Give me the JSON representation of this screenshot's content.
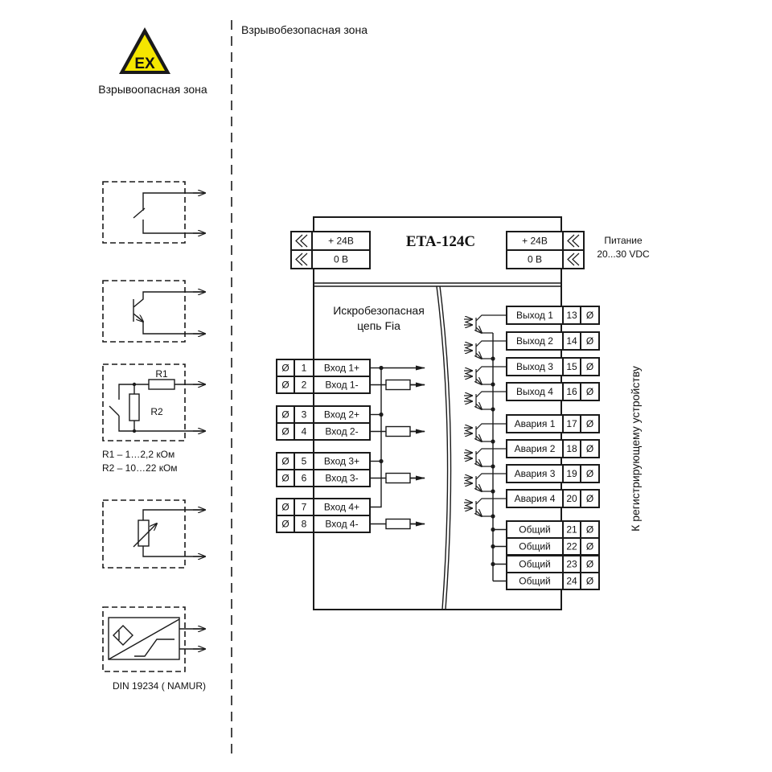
{
  "zones": {
    "hazardous": "Взрывоопасная зона",
    "safe": "Взрывобезопасная зона",
    "ex_sign": "EX"
  },
  "device": {
    "title": "ETA-124C",
    "intrinsic_label_1": "Искробезопасная",
    "intrinsic_label_2": "цепь Fia",
    "power_left": [
      "+ 24В",
      "0 В"
    ],
    "power_right": [
      "+ 24В",
      "0 В"
    ],
    "power_caption_1": "Питание",
    "power_caption_2": "20...30 VDC",
    "inputs": [
      {
        "num": "1",
        "label": "Вход 1+"
      },
      {
        "num": "2",
        "label": "Вход 1-"
      },
      {
        "num": "3",
        "label": "Вход 2+"
      },
      {
        "num": "4",
        "label": "Вход 2-"
      },
      {
        "num": "5",
        "label": "Вход 3+"
      },
      {
        "num": "6",
        "label": "Вход 3-"
      },
      {
        "num": "7",
        "label": "Вход 4+"
      },
      {
        "num": "8",
        "label": "Вход 4-"
      }
    ],
    "outputs": [
      {
        "num": "13",
        "label": "Выход 1"
      },
      {
        "num": "14",
        "label": "Выход 2"
      },
      {
        "num": "15",
        "label": "Выход 3"
      },
      {
        "num": "16",
        "label": "Выход 4"
      },
      {
        "num": "17",
        "label": "Авария 1"
      },
      {
        "num": "18",
        "label": "Авария 2"
      },
      {
        "num": "19",
        "label": "Авария 3"
      },
      {
        "num": "20",
        "label": "Авария 4"
      }
    ],
    "commons": [
      {
        "num": "21",
        "label": "Общий"
      },
      {
        "num": "22",
        "label": "Общий"
      },
      {
        "num": "23",
        "label": "Общий"
      },
      {
        "num": "24",
        "label": "Общий"
      }
    ],
    "recorder_label": "К регистрирующему устройству",
    "terminal_symbol": "Ø"
  },
  "sensors": {
    "r1_label": "R1",
    "r2_label": "R2",
    "r1_range": "R1 –  1…2,2 кОм",
    "r2_range": "R2 –  10…22 кОм",
    "namur_label": "DIN 19234 ( NAMUR)"
  },
  "colors": {
    "warning_yellow": "#f5e600",
    "line": "#1a1a1a"
  }
}
